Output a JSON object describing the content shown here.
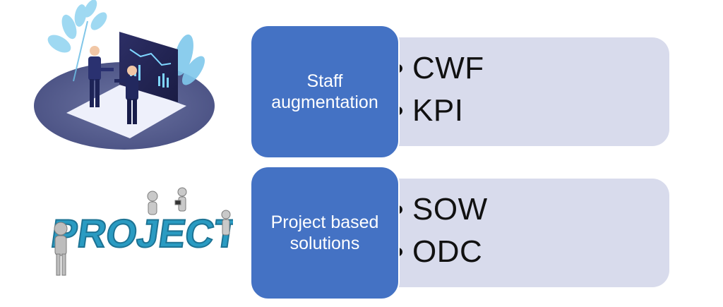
{
  "rows": [
    {
      "category": "Staff augmentation",
      "items": [
        "CWF",
        "KPI"
      ]
    },
    {
      "category": "Project based solutions",
      "items": [
        "SOW",
        "ODC"
      ]
    }
  ],
  "illustrations": {
    "top": {
      "icon": "business-handshake-illustration"
    },
    "bottom": {
      "icon": "project-word-figures-illustration",
      "text": "PROJECT"
    }
  },
  "colors": {
    "category_fill": "#4472c4",
    "panel_fill": "#d8dbec",
    "project_letters": "#2a9bc2"
  }
}
